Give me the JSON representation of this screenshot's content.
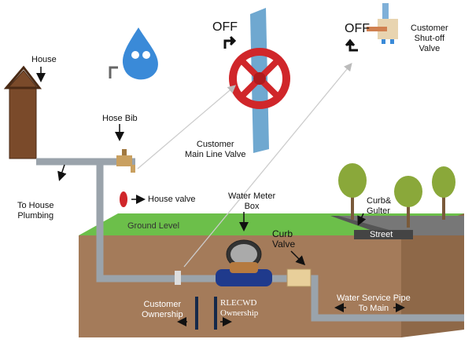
{
  "labels": {
    "house": "House",
    "hose_bib": "Hose Bib",
    "to_house_plumbing": [
      "To House",
      "Plumbing"
    ],
    "house_valve": "House valve",
    "customer_main_line_valve": [
      "Customer",
      "Main Line Valve"
    ],
    "off_main": "OFF",
    "off_shutoff": "OFF",
    "customer_shutoff_valve": [
      "Customer",
      "Shut-off",
      "Valve"
    ],
    "water_meter_box": [
      "Water Meter",
      "Box"
    ],
    "ground_level": "Ground Level",
    "curb_valve": [
      "Curb",
      "Valve"
    ],
    "curb_gutter": [
      "Curb&",
      "Gulter"
    ],
    "street": "Street",
    "water_service_pipe": [
      "Water Service Pipe",
      "To Main"
    ],
    "customer_ownership": [
      "Customer",
      "Ownership"
    ],
    "rlecwd_ownership": [
      "RLECWD",
      "Ownership"
    ]
  },
  "colors": {
    "pipe": "#9aa3ab",
    "ground_top": "#6cbf4a",
    "soil": "#a47b5a",
    "valve_red": "#d0262a",
    "meter_blue": "#1f3a8c",
    "house": "#7a4a2a"
  },
  "icons": [
    "house-icon",
    "water-drop-mascot-icon",
    "hose-bib-icon",
    "gate-valve-wheel-icon",
    "shutoff-valve-icon",
    "water-meter-icon",
    "curb-valve-icon",
    "tree-icon",
    "arrow-icon"
  ]
}
